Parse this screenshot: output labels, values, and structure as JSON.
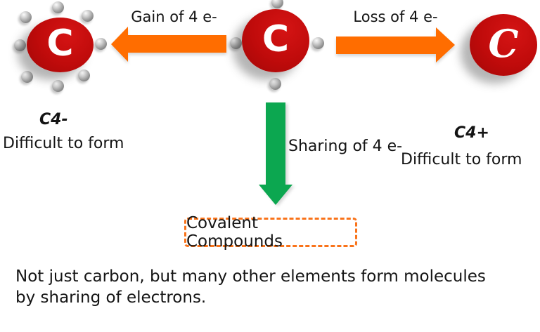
{
  "diagram": {
    "atoms": {
      "left": {
        "symbol": "C",
        "electron_count": 8,
        "ion_label": "C4-",
        "note": "Difficult to form"
      },
      "center": {
        "symbol": "C",
        "electron_count": 4
      },
      "right": {
        "symbol": "C",
        "electron_count": 0,
        "ion_label": "C4+",
        "note": "Difficult to form"
      }
    },
    "arrows": {
      "gain": {
        "label": "Gain of 4 e-",
        "direction": "left"
      },
      "loss": {
        "label": "Loss of 4 e-",
        "direction": "right"
      },
      "share": {
        "label": "Sharing of 4 e-",
        "direction": "down"
      }
    },
    "result_box": {
      "label": "Covalent Compounds"
    },
    "footer_text": "Not just carbon, but many other elements form molecules by sharing of electrons."
  },
  "colors": {
    "atom_red": "#C00B0B",
    "electron_gray": "#8F8F8F",
    "arrow_orange": "#FF6D00",
    "arrow_green": "#0CA750",
    "box_border_orange": "#F9731A",
    "text": "#141414"
  }
}
